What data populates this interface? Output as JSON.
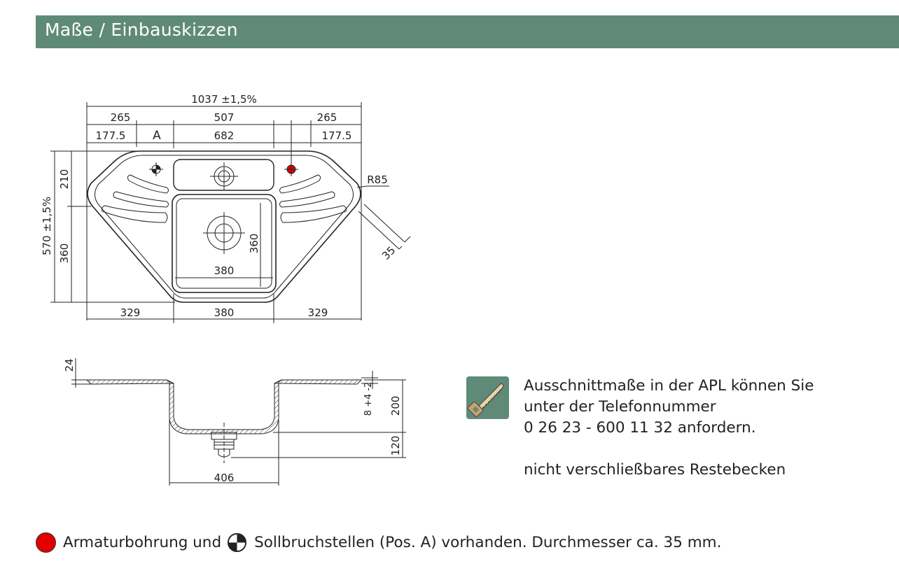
{
  "header": {
    "title": "Maße / Einbauskizzen"
  },
  "top_view": {
    "overall_width": "1037 ±1,5%",
    "top_left": "265",
    "top_middle": "507",
    "top_right": "265",
    "inner_left": "177.5",
    "pos_label": "A",
    "inner_middle": "682",
    "inner_right": "177.5",
    "overall_depth": "570 ±1,5%",
    "depth_upper": "210",
    "depth_lower": "360",
    "bowl_depth": "360",
    "bowl_width": "380",
    "bottom_left": "329",
    "bottom_middle": "380",
    "bottom_right": "329",
    "radius": "R85",
    "edge": "35"
  },
  "section_view": {
    "rim_height": "24",
    "rim_offset": "8 +4 -2",
    "bowl_height": "200",
    "drain_height": "120",
    "bowl_bottom_width": "406"
  },
  "note": {
    "line1": "Ausschnittmaße in der APL können Sie",
    "line2": "unter der Telefonnummer",
    "line3": "0 26 23 - 600 11 32 anfordern.",
    "line4": "nicht verschließbares Restebecken"
  },
  "legend": {
    "part1": "Armaturbohrung und",
    "part2": "Sollbruchstellen (Pos. A) vorhanden. Durchmesser ca. 35 mm."
  },
  "colors": {
    "header_bg": "#5f8a78",
    "tap_hole": "#e00000"
  },
  "icons": [
    "saw-icon",
    "tap-hole-icon",
    "knockout-icon"
  ]
}
